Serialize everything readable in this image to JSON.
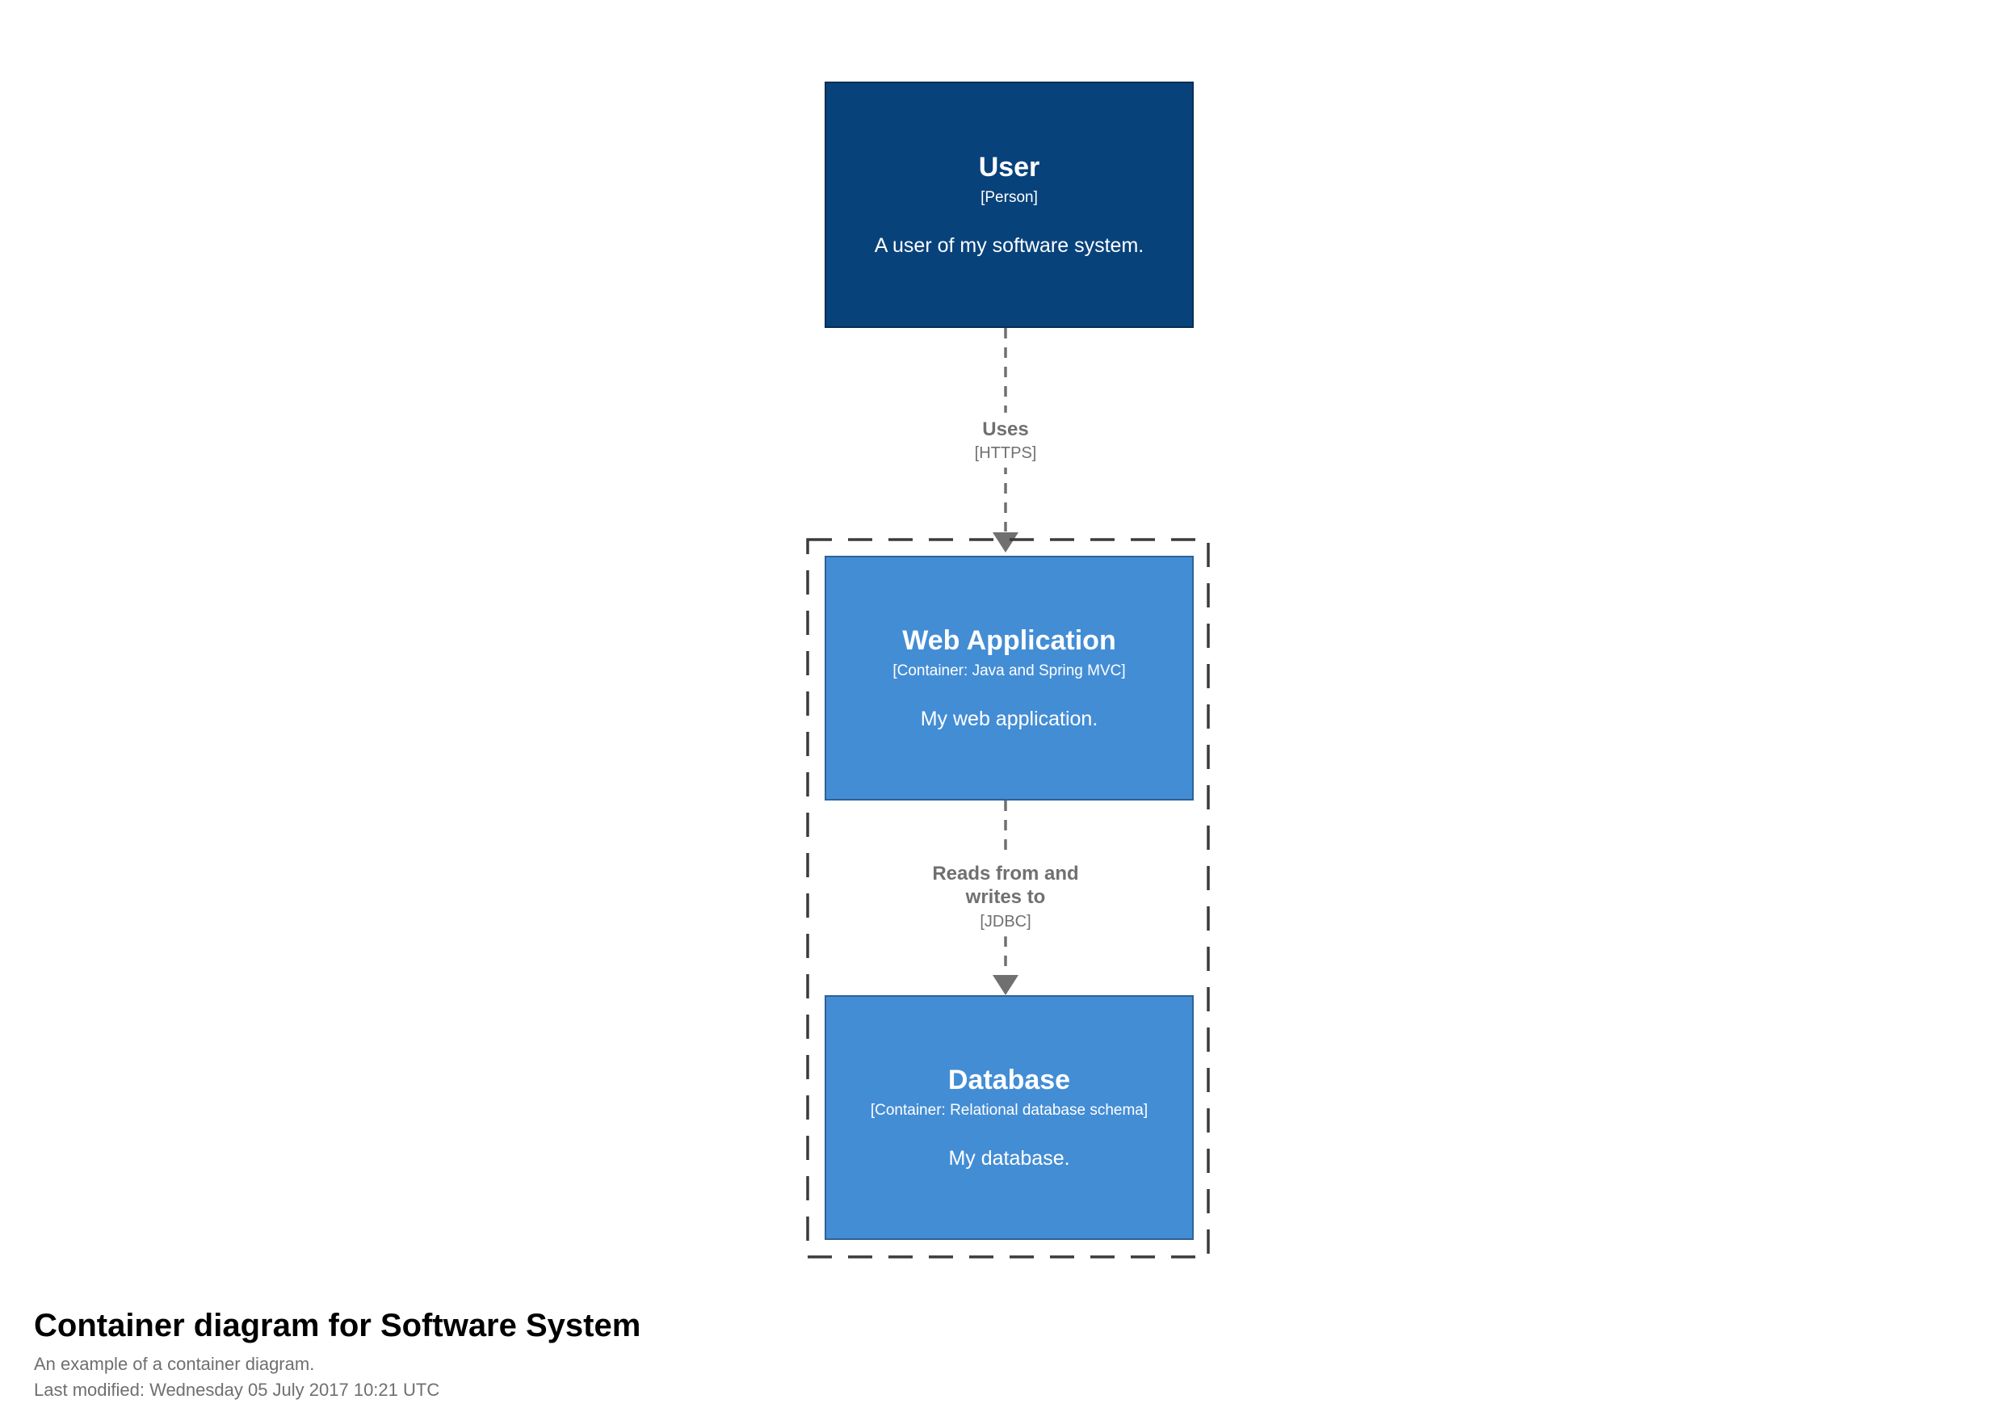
{
  "diagram": {
    "person": {
      "name": "User",
      "meta": "[Person]",
      "description": "A user of my software system."
    },
    "containers": [
      {
        "name": "Web Application",
        "meta": "[Container: Java and Spring MVC]",
        "description": "My web application."
      },
      {
        "name": "Database",
        "meta": "[Container: Relational database schema]",
        "description": "My database."
      }
    ],
    "relationships": [
      {
        "name": "Uses",
        "tech": "[HTTPS]"
      },
      {
        "name": "Reads from and writes to",
        "tech": "[JDBC]"
      }
    ],
    "colors": {
      "person_background": "#08427b",
      "container_background": "#438dd5",
      "relationship_gray": "#707070",
      "boundary_dash": "#3b3b3b",
      "element_text": "#ffffff"
    }
  },
  "footer": {
    "title": "Container diagram for Software System",
    "subtitle": "An example of a container diagram.",
    "last_modified": "Last modified: Wednesday 05 July 2017 10:21 UTC"
  }
}
